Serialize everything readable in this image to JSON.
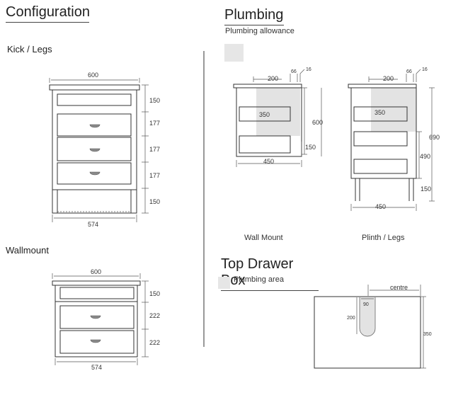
{
  "configuration": {
    "title": "Configuration",
    "kick_legs_label": "Kick / Legs",
    "wallmount_label": "Wallmount",
    "kick_dims": {
      "width_top": "600",
      "width_base": "574",
      "d1": "150",
      "d2": "177",
      "d3": "177",
      "d4": "177",
      "d5": "150"
    },
    "wall_dims": {
      "width_top": "600",
      "width_base": "574",
      "d1": "150",
      "d2": "222",
      "d3": "222"
    }
  },
  "plumbing": {
    "title": "Plumbing",
    "allowance_label": "Plumbing allowance",
    "wall_mount_label": "Wall Mount",
    "plinth_label": "Plinth / Legs",
    "wall_dims": {
      "w200": "200",
      "w66": "66",
      "w16": "16",
      "w350": "350",
      "h600": "600",
      "h150": "150",
      "w450": "450"
    },
    "plinth_dims": {
      "w200": "200",
      "w66": "66",
      "w16": "16",
      "w350": "350",
      "h690": "690",
      "h490": "490",
      "h150": "150",
      "w450": "450"
    }
  },
  "top_drawer": {
    "title": "Top Drawer Box",
    "area_label": "Plumbing area",
    "centre_label": "centre",
    "d90": "90",
    "d200": "200",
    "d350": "350"
  },
  "colors": {
    "shade": "#e3e3e3",
    "line": "#333333",
    "handle": "#8a8a8a"
  }
}
